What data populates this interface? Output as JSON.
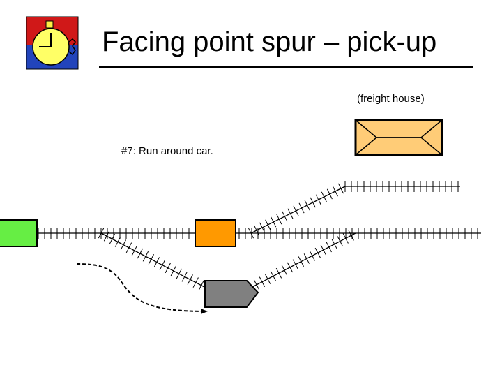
{
  "slide": {
    "title": "Facing point spur – pick-up",
    "building_caption": "(freight house)",
    "step_text": "#7:  Run around car."
  },
  "icons": {
    "logo": "stopwatch-logo-icon"
  },
  "colors": {
    "engine": "#66ee44",
    "freight_car": "#ff9900",
    "caboose": "#808080",
    "freight_house": "#ffcc77",
    "logo_red": "#d01818",
    "logo_blue": "#2244bb",
    "watch_face": "#ffff66"
  }
}
